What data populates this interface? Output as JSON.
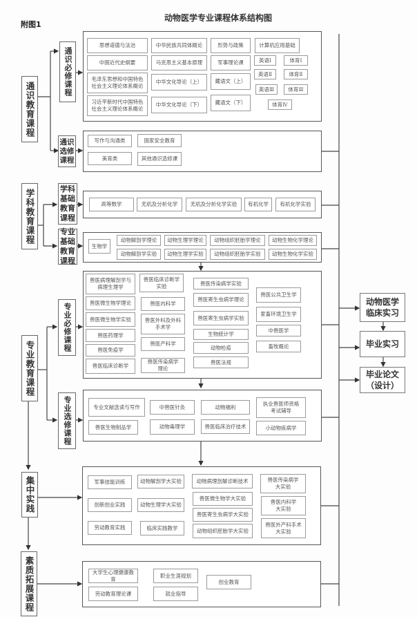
{
  "figure_label": "附图1",
  "title": "动物医学专业课程体系结构图",
  "categories": {
    "general": "通识教育课程",
    "discipline": "学科教育课程",
    "professional": "专业教育课程",
    "practice": "集中实践",
    "quality": "素质拓展课程"
  },
  "subcategories": {
    "general_required": "通识必修课程",
    "general_elective": "通识选修课程",
    "discipline_basic": "学科基础教育课程",
    "professional_basic": "专业基础教育课程",
    "professional_required": "专业必修课程",
    "professional_elective": "专业选修课程"
  },
  "courses": {
    "general_required": [
      "思想道德与法治",
      "中华民族共同体概论",
      "形势与政策",
      "计算机应用基础",
      "中国近代史纲要",
      "马克思主义基本原理",
      "军事理论课",
      "英语Ⅰ",
      "体育Ⅰ",
      "英语Ⅱ",
      "体育Ⅱ",
      "英语Ⅲ",
      "体育Ⅲ",
      "体育Ⅳ",
      "毛泽东思想和中国特色\n社会主义理论体系概论",
      "中华文化导论（上）",
      "藏语文（上）",
      "习近平新时代中国特色\n社会主义理论体系概论",
      "中华文化导论（下）",
      "藏语文（下）"
    ],
    "general_elective": [
      "写作与沟通类",
      "国家安全教育",
      "美育类",
      "其他通识选修课"
    ],
    "discipline_basic": [
      "高等数学",
      "无机及分析化学",
      "无机及分析化学实验",
      "有机化学",
      "有机化学实验"
    ],
    "professional_basic": [
      "生物学",
      "动物解剖学理论",
      "动物生理学理论",
      "动物组织胚胎学理论",
      "动物生物化学理论",
      "动物解剖学实验",
      "动物生理学实验",
      "动物组织胚胎学实验",
      "动物生物化学实验"
    ],
    "professional_required": [
      "兽医病理解剖学与\n病理生理学",
      "兽医微生物学理论",
      "兽医微生物学实验",
      "兽医药理学",
      "兽医免疫学",
      "兽医临床诊断学",
      "兽医临床诊断学\n实验",
      "兽医内科学",
      "兽医外科及外科\n手术学",
      "兽医产科学",
      "兽医传染病学\n理论",
      "兽医传染病学实验",
      "兽医寄生虫病学理论",
      "兽医寄生虫病学实验",
      "生物统计学",
      "动物检疫",
      "兽医法规",
      "兽医公共卫生学",
      "家畜环境卫生学",
      "中兽医学",
      "畜牧概论"
    ],
    "professional_elective": [
      "专业文献选读与写作",
      "中兽医针灸",
      "动物福利",
      "执业兽医师资格\n考试辅导",
      "兽医生物制品学",
      "动物毒理学",
      "兽医临床治疗技术",
      "小动物疾病学"
    ],
    "practice": [
      "军事技能训练",
      "创新创业实践",
      "劳动教育实践",
      "动物解剖学大实验",
      "动物生理学大实验",
      "临床实践教学",
      "动物病理剖解诊断技术",
      "兽医微生物学大实验",
      "兽医寄生虫病学大实验",
      "动物组织胚胎学大实验",
      "兽医传染病学\n大实验",
      "兽医内科学\n大实验",
      "兽医外产科手术\n大实验"
    ],
    "quality": [
      "大学生心理健康教育",
      "职业生涯规划",
      "劳动教育理论课",
      "就业指导",
      "创业教育"
    ]
  },
  "endpoints": [
    "动物医学\n临床实习",
    "毕业实习",
    "毕业论文\n（设计）"
  ],
  "colors": {
    "line": "#444444",
    "box_border": "#666666",
    "course_border": "#999999",
    "text": "#333333"
  }
}
